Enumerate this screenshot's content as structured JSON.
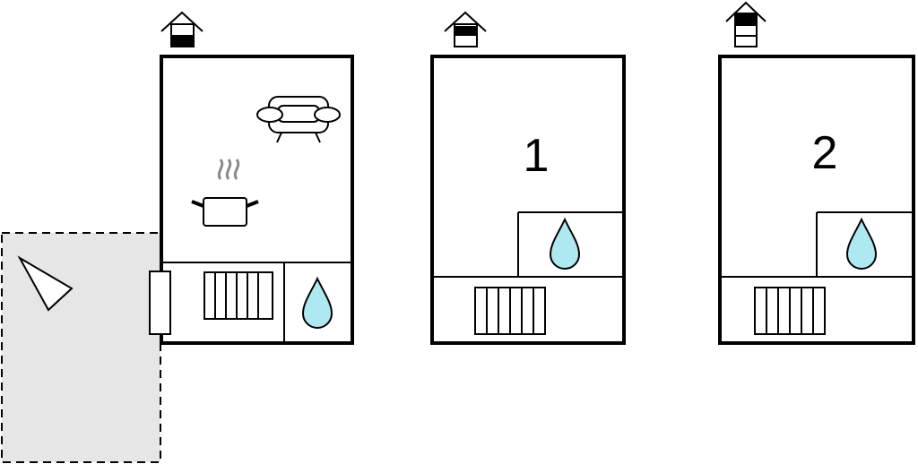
{
  "floor_plans": [
    {
      "floor_indicator": "ground-floor",
      "room_number": "",
      "icons": [
        "sofa-icon",
        "cooking-pot-icon",
        "heater-icon",
        "water-drop-icon",
        "door-icon",
        "floor-indicator-house-icon"
      ],
      "has_terrace": true,
      "terrace_icon": "sun-lounger-icon"
    },
    {
      "floor_indicator": "first-floor",
      "room_number": "1",
      "icons": [
        "water-drop-icon",
        "heater-icon",
        "floor-indicator-house-icon"
      ]
    },
    {
      "floor_indicator": "second-floor",
      "room_number": "2",
      "icons": [
        "water-drop-icon",
        "heater-icon",
        "floor-indicator-house-icon"
      ]
    }
  ],
  "colors": {
    "wall": "#000000",
    "water": "#aee8f0",
    "terrace": "#e6e6e6",
    "steam": "#8a8a8a"
  }
}
